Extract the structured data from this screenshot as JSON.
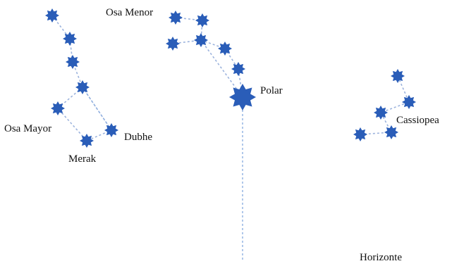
{
  "labels": {
    "osa_mayor": "Osa Mayor",
    "merak": "Merak",
    "dubhe": "Dubhe",
    "osa_menor": "Osa Menor",
    "polar": "Polar",
    "cassiopea": "Cassiopea",
    "horizonte": "Horizonte"
  },
  "colors": {
    "star": "#2a5db8",
    "line": "#9cb3dd",
    "pointer": "#8fb0e0",
    "text": "#111111"
  }
}
